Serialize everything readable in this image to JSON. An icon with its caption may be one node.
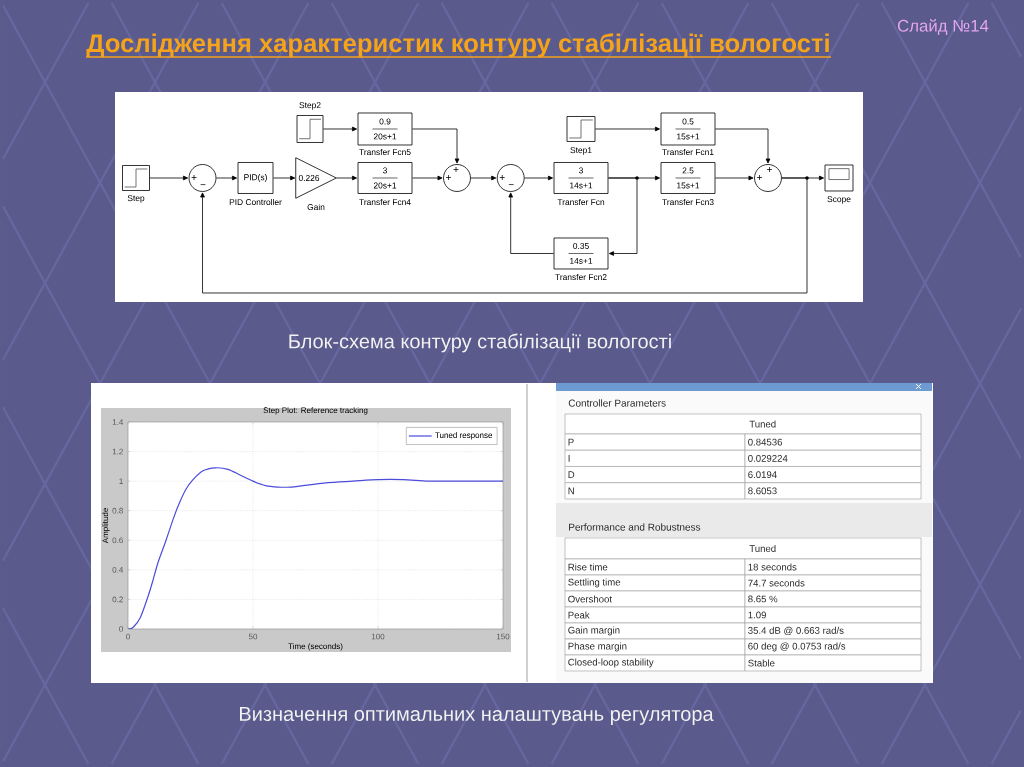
{
  "diagram": {
    "title": "Дослідження характеристик контуру стабілізації вологості",
    "nodes": [
      {
        "text": [],
        "shape": "box",
        "beside": [
          "Step"
        ]
      },
      {
        "text": [
          "+",
          "−"
        ]
      },
      {
        "text": [
          "PID(s)"
        ],
        "beside": [
          "PID Controller"
        ]
      },
      {
        "text": [
          "0.226"
        ],
        "beside": [
          "Gain"
        ]
      },
      {
        "text": [
          "3",
          "20s+1"
        ],
        "beside": [
          "Transfer Fcn4"
        ]
      },
      {
        "text": [],
        "shape": "box",
        "beside": [
          "Step2"
        ]
      },
      {
        "text": [
          "0.9",
          "20s+1"
        ],
        "beside": [
          "Transfer Fcn5"
        ]
      },
      {
        "text": [
          "+",
          "+"
        ]
      },
      {
        "text": [
          "+",
          "−"
        ]
      },
      {
        "text": [
          "3",
          "14s+1"
        ],
        "beside": [
          "Transfer Fcn"
        ]
      },
      {
        "text": [],
        "shape": "box",
        "beside": [
          "Step1"
        ]
      },
      {
        "text": [
          "0.5",
          "15s+1"
        ],
        "beside": [
          "Transfer Fcn1"
        ]
      },
      {
        "text": [
          "2.5",
          "15s+1"
        ],
        "beside": [
          "Transfer Fcn3"
        ]
      },
      {
        "text": [
          "+",
          "+"
        ]
      },
      {
        "text": [],
        "shape": "box",
        "beside": [
          "Scope"
        ]
      },
      {
        "text": [
          "0.35",
          "14s+1"
        ],
        "beside": [
          "Transfer Fcn2"
        ]
      }
    ],
    "edges": [
      {
        "from": 0,
        "to": 1,
        "arrow": "to"
      },
      {
        "from": 1,
        "to": 2,
        "arrow": "to"
      },
      {
        "from": 2,
        "to": 3,
        "arrow": "to"
      },
      {
        "from": 3,
        "to": 4,
        "arrow": "to"
      },
      {
        "from": 4,
        "to": 7,
        "arrow": "to"
      },
      {
        "from": 5,
        "to": 6,
        "arrow": "to"
      },
      {
        "from": 6,
        "to": 7,
        "arrow": "to"
      },
      {
        "from": 7,
        "to": 8,
        "arrow": "to"
      },
      {
        "from": 8,
        "to": 9,
        "arrow": "to"
      },
      {
        "from": 9,
        "to": 12,
        "arrow": "to"
      },
      {
        "from": 9,
        "to": 15,
        "arrow": "to"
      },
      {
        "from": 15,
        "to": 8,
        "arrow": "to"
      },
      {
        "from": 10,
        "to": 11,
        "arrow": "to"
      },
      {
        "from": 11,
        "to": 13,
        "arrow": "to"
      },
      {
        "from": 12,
        "to": 13,
        "arrow": "to"
      },
      {
        "from": 13,
        "to": 14,
        "arrow": "to"
      },
      {
        "from": 13,
        "to": 1,
        "arrow": "to"
      }
    ],
    "labels": [
      "Слайд №14",
      "Блок-схема контуру стабілізації вологості",
      "Controller Parameters",
      "Tuned",
      "P",
      "0.84536",
      "I",
      "0.029224",
      "D",
      "6.0194",
      "N",
      "8.6053",
      "Performance and Robustness",
      "Tuned",
      "Rise time",
      "18 seconds",
      "Settling time",
      "74.7 seconds",
      "Overshoot",
      "8.65 %",
      "Peak",
      "1.09",
      "Gain margin",
      "35.4 dB @ 0.663 rad/s",
      "Phase margin",
      "60 deg @ 0.0753 rad/s",
      "Closed-loop stability",
      "Stable",
      "Визначення оптимальних налаштувань регулятора"
    ],
    "chart_data": {
      "type": "line",
      "title": "Step Plot: Reference tracking",
      "xlabel": "Time (seconds)",
      "ylabel": "Amplitude",
      "x": [
        0,
        2,
        5,
        8,
        10,
        12,
        15,
        18,
        20,
        23,
        26,
        30,
        35,
        40,
        45,
        50,
        55,
        60,
        65,
        70,
        75,
        80,
        90,
        100,
        110,
        120,
        130,
        140,
        150
      ],
      "series": [
        {
          "name": "Tuned response",
          "color": "#4b4bdc",
          "values": [
            0,
            0.01,
            0.08,
            0.22,
            0.33,
            0.45,
            0.59,
            0.74,
            0.83,
            0.94,
            1.01,
            1.07,
            1.09,
            1.08,
            1.04,
            1.0,
            0.97,
            0.96,
            0.96,
            0.97,
            0.98,
            0.99,
            1.0,
            1.01,
            1.01,
            1.0,
            1.0,
            1.0,
            1.0
          ]
        }
      ],
      "xlim": [
        0,
        150
      ],
      "ylim": [
        0,
        1.4
      ],
      "xticks": [
        0,
        50,
        100,
        150
      ],
      "yticks": [
        0,
        0.2,
        0.4,
        0.6,
        0.8,
        1,
        1.2,
        1.4
      ],
      "grid": true
    }
  }
}
